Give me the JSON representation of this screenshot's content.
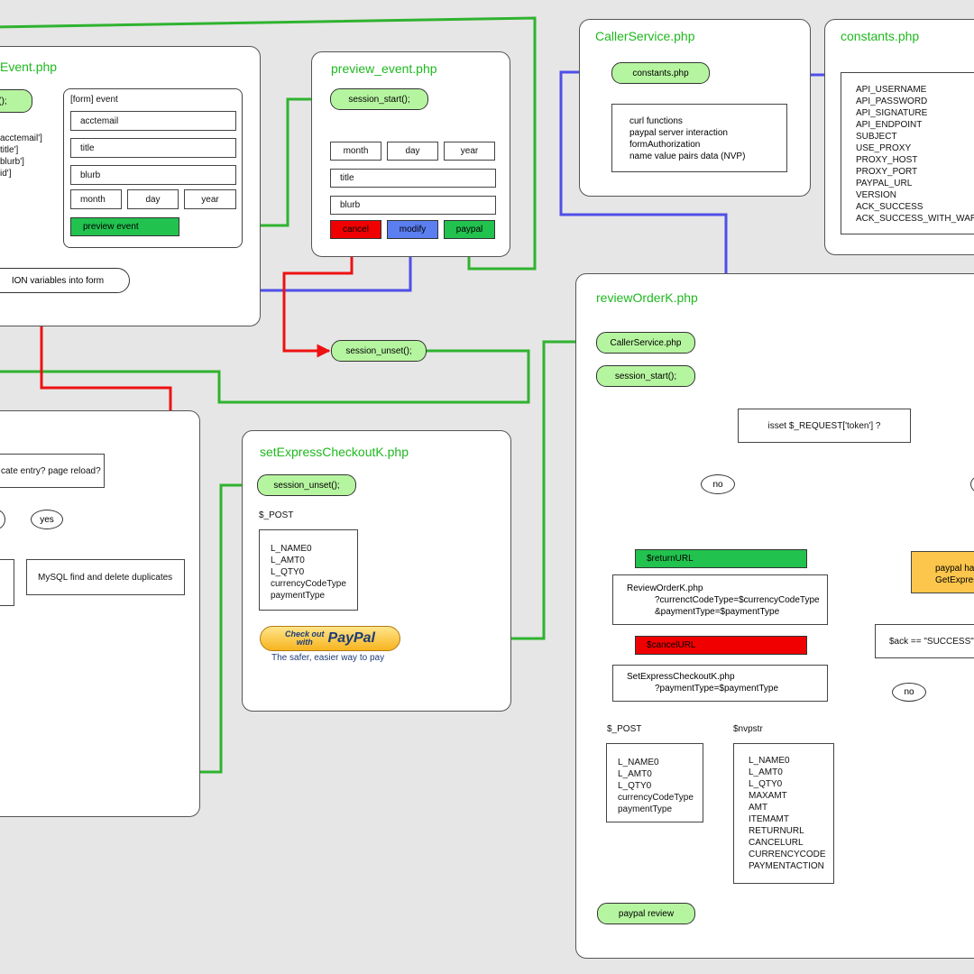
{
  "colors": {
    "green_wire": "#2fb32f",
    "blue_wire": "#4f4fe8",
    "red_wire": "#ee1111",
    "pill": "#b6f5a0",
    "title": "#1fb81f"
  },
  "panel_event": {
    "title": "Event.php",
    "pill_partial": "();",
    "session_vars": [
      "acctemail']",
      "title']",
      "blurb']",
      "id']"
    ],
    "form_label": "[form] event",
    "fields": {
      "acctemail": "acctemail",
      "title": "title",
      "blurb": "blurb",
      "month": "month",
      "day": "day",
      "year": "year"
    },
    "preview_button": "preview event",
    "session_to_form": "ION variables into form"
  },
  "panel_preview": {
    "title": "preview_event.php",
    "session_start": "session_start();",
    "month": "month",
    "day": "day",
    "year": "year",
    "title_field": "title",
    "blurb_field": "blurb",
    "cancel": "cancel",
    "modify": "modify",
    "paypal": "paypal"
  },
  "session_unset_pill": "session_unset();",
  "panel_caller": {
    "title": "CallerService.php",
    "constants_pill": "constants.php",
    "functions": [
      "curl functions",
      "paypal server interaction",
      "formAuthorization",
      "name value pairs data (NVP)"
    ]
  },
  "panel_constants": {
    "title": "constants.php",
    "items": [
      "API_USERNAME",
      "API_PASSWORD",
      "API_SIGNATURE",
      "API_ENDPOINT",
      "SUBJECT",
      "USE_PROXY",
      "PROXY_HOST",
      "PROXY_PORT",
      "PAYPAL_URL",
      "VERSION",
      "ACK_SUCCESS",
      "ACK_SUCCESS_WITH_WARNING"
    ]
  },
  "panel_submit": {
    "question": "cate entry? page reload?",
    "yes": "yes",
    "mysql": "MySQL find and delete duplicates"
  },
  "panel_setexpress": {
    "title": "setExpressCheckoutK.php",
    "session_unset": "session_unset();",
    "post_label": "$_POST",
    "post_items": [
      "L_NAME0",
      "L_AMT0",
      "L_QTY0",
      "currencyCodeType",
      "paymentType"
    ],
    "paypal_button_small": [
      "Check out",
      "with"
    ],
    "paypal_button_big": "PayPal",
    "paypal_tagline": "The safer, easier way to pay"
  },
  "panel_review": {
    "title": "reviewOrderK.php",
    "caller_pill": "CallerService.php",
    "session_start": "session_start();",
    "token_question": "isset $_REQUEST['token'] ?",
    "no": "no",
    "return_url": "$returnURL",
    "return_url_text": [
      "ReviewOrderK.php",
      "?currenctCodeType=$currencyCodeType",
      "&paymentType=$paymentType"
    ],
    "cancel_url": "$cancelURL",
    "cancel_url_text": [
      "SetExpressCheckoutK.php",
      "?paymentType=$paymentType"
    ],
    "paypal_note": [
      "paypal ha",
      "GetExpres"
    ],
    "ack_question": "$ack == \"SUCCESS\" || \"",
    "no2": "no",
    "post_label": "$_POST",
    "post_items": [
      "L_NAME0",
      "L_AMT0",
      "L_QTY0",
      "currencyCodeType",
      "paymentType"
    ],
    "nvp_label": "$nvpstr",
    "nvp_items": [
      "L_NAME0",
      "L_AMT0",
      "L_QTY0",
      "MAXAMT",
      "AMT",
      "ITEMAMT",
      "RETURNURL",
      "CANCELURL",
      "CURRENCYCODE",
      "PAYMENTACTION"
    ],
    "paypal_review": "paypal review"
  }
}
